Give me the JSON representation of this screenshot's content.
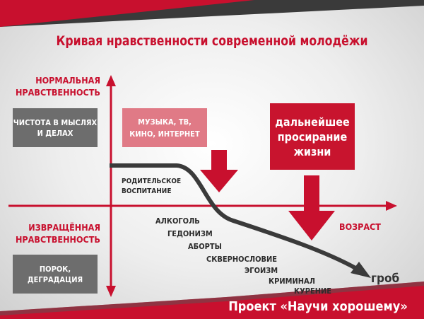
{
  "title": "Кривая нравственности современной молодёжи",
  "axis": {
    "top_label_1": "НОРМАЛЬНАЯ",
    "top_label_2": "НРАВСТВЕННОСТЬ",
    "bottom_label_1": "ИЗВРАЩЁННАЯ",
    "bottom_label_2": "НРАВСТВЕННОСТЬ",
    "x_label": "ВОЗРАСТ"
  },
  "boxes": {
    "purity_1": "ЧИСТОТА В МЫСЛЯХ",
    "purity_2": "И ДЕЛАХ",
    "vice_1": "ПОРОК,",
    "vice_2": "ДЕГРАДАЦИЯ",
    "media_1": "МУЗЫКА, ТВ,",
    "media_2": "КИНО, ИНТЕРНЕТ",
    "waste_1": "дальнейшее",
    "waste_2": "просирание",
    "waste_3": "жизни"
  },
  "curve_labels": {
    "upbringing_1": "РОДИТЕЛЬСКОЕ",
    "upbringing_2": "ВОСПИТАНИЕ",
    "alcohol": "АЛКОГОЛЬ",
    "hedonism": "ГЕДОНИЗМ",
    "abortions": "АБОРТЫ",
    "swearing": "СКВЕРНОСЛОВИЕ",
    "egoism": "ЭГОИЗМ",
    "criminal": "КРИМИНАЛ",
    "smoking": "КУРЕНИЕ",
    "coffin": "гроб"
  },
  "footer": "Проект «Научи хорошему»",
  "colors": {
    "red": "#c8102e",
    "gray": "#6d6d6d",
    "pink": "#e07a86",
    "dark": "#333333"
  }
}
